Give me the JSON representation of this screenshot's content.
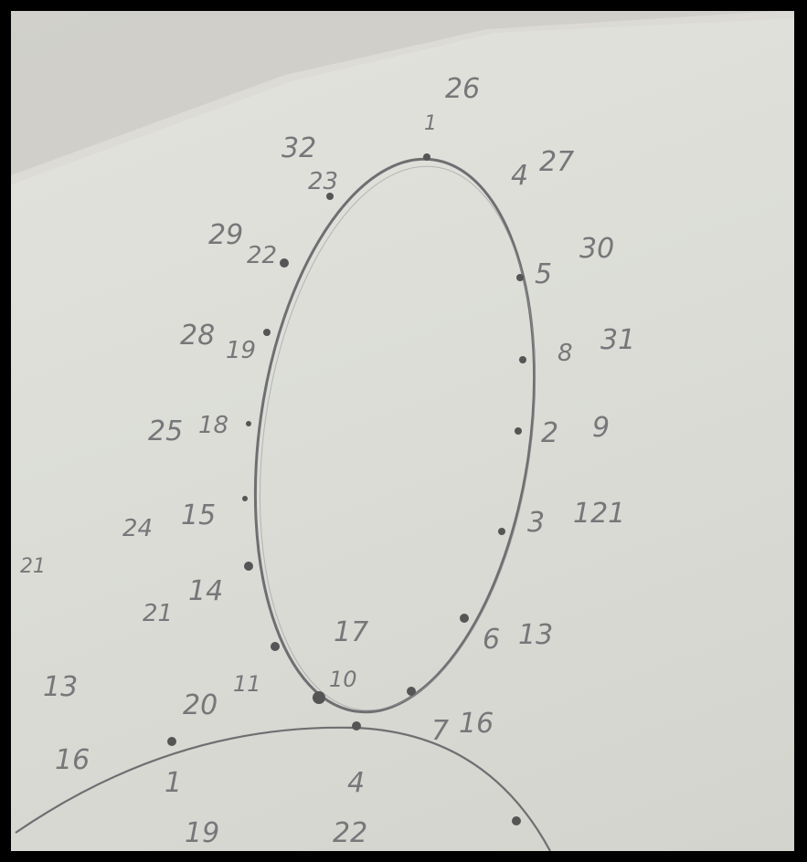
{
  "photo": {
    "subject": "hand-drawn pencil diagram",
    "paper_color": "#dcddd7",
    "pencil_color": "#6f6f72",
    "shadow_color": "#c9c8c2"
  },
  "ellipse_labels": [
    "1",
    "26",
    "4",
    "27",
    "5",
    "30",
    "8",
    "31",
    "2",
    "9",
    "3",
    "121",
    "6",
    "13",
    "7",
    "16",
    "32",
    "23",
    "29",
    "22",
    "28",
    "19",
    "25",
    "18",
    "24",
    "15",
    "21",
    "14",
    "20",
    "11",
    "17",
    "10"
  ],
  "lower_circle_labels": [
    "1",
    "19",
    "4",
    "22",
    "16",
    "13",
    "21"
  ]
}
